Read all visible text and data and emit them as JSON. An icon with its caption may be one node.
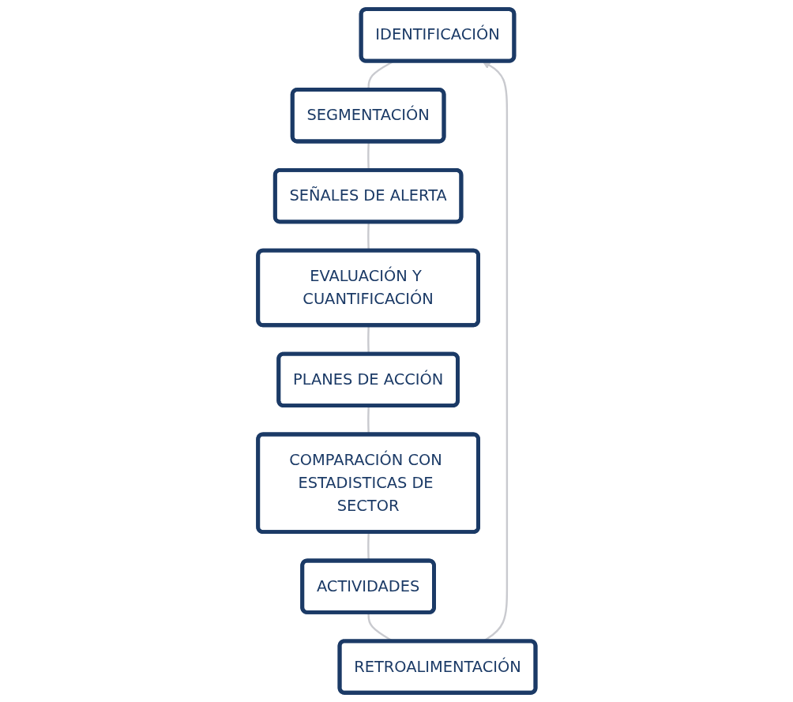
{
  "diagram": {
    "nodes": [
      {
        "text": [
          "IDENTIFICACIÓN"
        ]
      },
      {
        "text": [
          "SEGMENTACIÓN"
        ]
      },
      {
        "text": [
          "SEÑALES DE ALERTA"
        ]
      },
      {
        "text": [
          "EVALUACIÓN Y CUANTIFICACIÓN"
        ]
      },
      {
        "text": [
          "PLANES DE ACCIÓN"
        ]
      },
      {
        "text": [
          "COMPARACIÓN CON ESTADISTICAS DE SECTOR"
        ]
      },
      {
        "text": [
          "ACTIVIDADES"
        ]
      },
      {
        "text": [
          "RETROALIMENTACIÓN"
        ]
      }
    ],
    "edges": [
      {
        "from": 0,
        "to": 1,
        "arrow": "none",
        "color": "#c9cacf"
      },
      {
        "from": 1,
        "to": 2,
        "arrow": "none",
        "color": "#c9cacf"
      },
      {
        "from": 2,
        "to": 3,
        "arrow": "none",
        "color": "#c9cacf"
      },
      {
        "from": 3,
        "to": 4,
        "arrow": "none",
        "color": "#c9cacf"
      },
      {
        "from": 4,
        "to": 5,
        "arrow": "none",
        "color": "#c9cacf"
      },
      {
        "from": 5,
        "to": 6,
        "arrow": "none",
        "color": "#c9cacf"
      },
      {
        "from": 6,
        "to": 7,
        "arrow": "none",
        "color": "#c9cacf"
      },
      {
        "from": 7,
        "to": 0,
        "arrow": "to",
        "color": "#c9cacf"
      }
    ]
  }
}
